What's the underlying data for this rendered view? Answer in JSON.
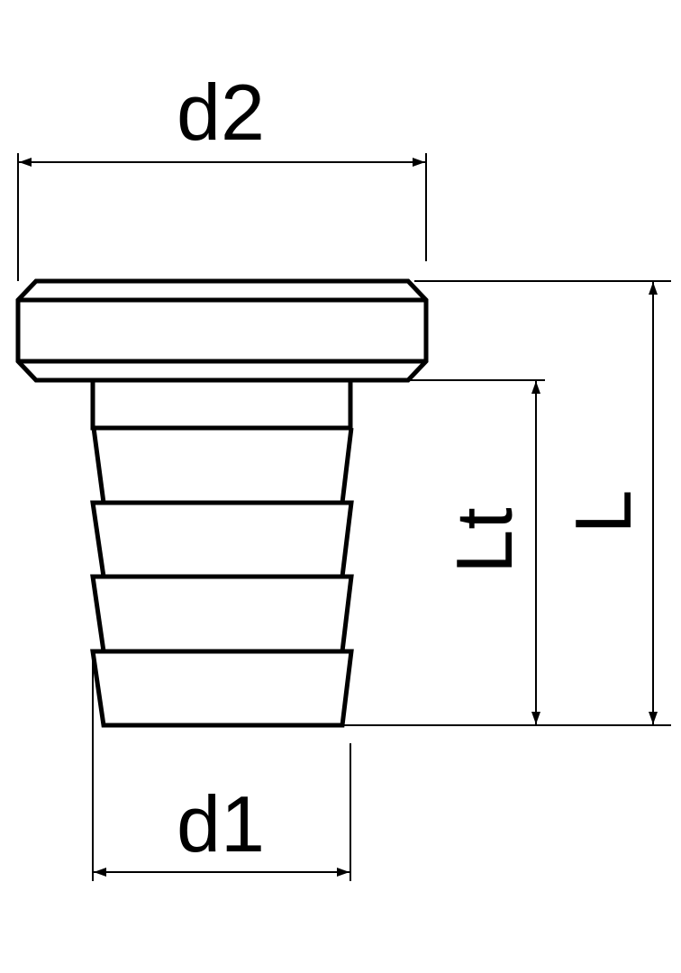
{
  "diagram": {
    "labels": {
      "d2": "d2",
      "d1": "d1",
      "Lt": "Lt",
      "L": "L"
    },
    "line_color": "#000000",
    "background": "#ffffff"
  }
}
